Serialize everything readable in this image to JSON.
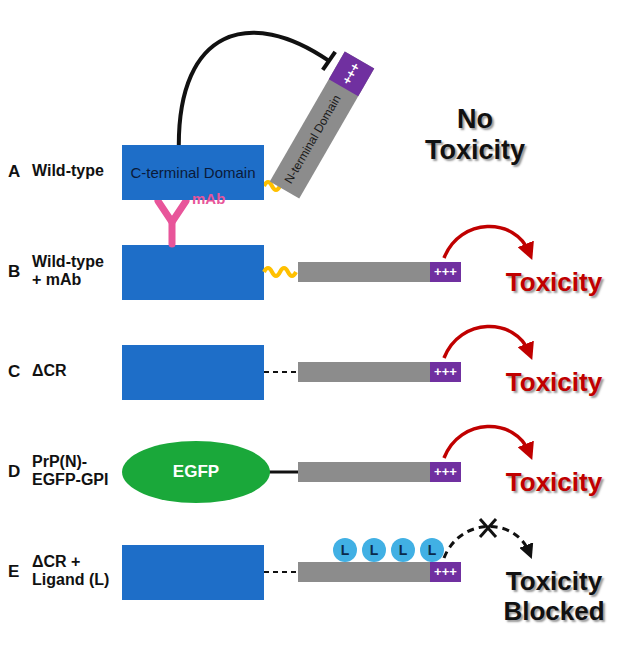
{
  "diagram": {
    "nodes": [
      {
        "text": [
          "C-terminal Domain"
        ]
      },
      {
        "text": [
          "N-terminal Domain"
        ]
      },
      {
        "text": [
          "+++"
        ],
        "in": 1
      },
      {
        "text": [
          "+++"
        ]
      },
      {
        "text": [
          "+++"
        ]
      },
      {
        "text": [
          "EGFP"
        ]
      },
      {
        "text": [
          "+++"
        ]
      },
      {
        "text": [
          "L"
        ]
      },
      {
        "text": [
          "L"
        ]
      },
      {
        "text": [
          "L"
        ]
      },
      {
        "text": [
          "L"
        ]
      },
      {
        "text": [
          "+++"
        ]
      }
    ],
    "edges": [
      {
        "from": 0,
        "to": 2,
        "arrow": "to"
      }
    ],
    "labels": [
      "A",
      "Wild-type",
      "No Toxicity",
      "mAb",
      "B",
      "Wild-type + mAb",
      "Toxicity",
      "C",
      "ΔCR",
      "Toxicity",
      "D",
      "PrP(N)- EGFP-GPI",
      "Toxicity",
      "E",
      "ΔCR + Ligand (L)",
      "Toxicity Blocked"
    ]
  }
}
